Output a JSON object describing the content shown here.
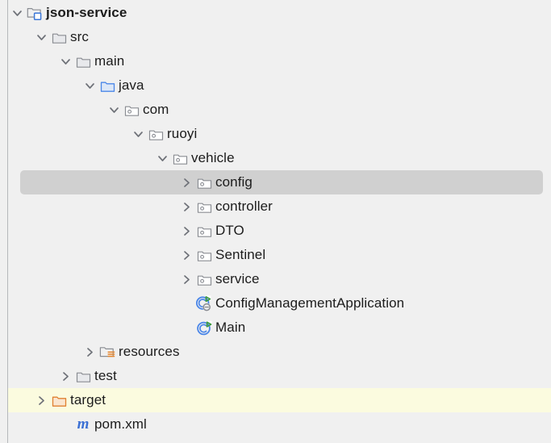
{
  "panel": {
    "name": "project-tree",
    "background_color": "#f0f0f0",
    "selection_color": "#d0d0d0",
    "highlight_color": "#fbfbdf",
    "text_color": "#1c1c1c",
    "divider_color": "#b6b8bb"
  },
  "icon_colors": {
    "folder_gray_outline": "#8a8d93",
    "folder_gray_fill": "#e8e9ec",
    "folder_blue_outline": "#4a86e8",
    "folder_blue_fill": "#dce7f7",
    "folder_orange_outline": "#e08030",
    "folder_orange_fill": "#fae5cf",
    "module_badge_blue": "#3c78d8",
    "resources_badge_orange": "#e8852a",
    "class_circle_blue": "#4a86e8",
    "run_arrow_green": "#3f9b3f",
    "spring_badge_gray": "#8a8d93",
    "maven_m_blue": "#3b70d4",
    "chevron_gray": "#6e7178"
  },
  "tree": {
    "rows": [
      {
        "label": "json-service",
        "icon": "module-folder-icon",
        "twisty": "chevron-down-icon",
        "depth": 1,
        "bold": true,
        "state": "normal"
      },
      {
        "label": "src",
        "icon": "folder-icon",
        "twisty": "chevron-down-icon",
        "depth": 2,
        "bold": false,
        "state": "normal"
      },
      {
        "label": "main",
        "icon": "folder-icon",
        "twisty": "chevron-down-icon",
        "depth": 3,
        "bold": false,
        "state": "normal"
      },
      {
        "label": "java",
        "icon": "source-root-folder-icon",
        "twisty": "chevron-down-icon",
        "depth": 4,
        "bold": false,
        "state": "normal"
      },
      {
        "label": "com",
        "icon": "package-icon",
        "twisty": "chevron-down-icon",
        "depth": 5,
        "bold": false,
        "state": "normal"
      },
      {
        "label": "ruoyi",
        "icon": "package-icon",
        "twisty": "chevron-down-icon",
        "depth": 6,
        "bold": false,
        "state": "normal"
      },
      {
        "label": "vehicle",
        "icon": "package-icon",
        "twisty": "chevron-down-icon",
        "depth": 7,
        "bold": false,
        "state": "normal"
      },
      {
        "label": "config",
        "icon": "package-icon",
        "twisty": "chevron-right-icon",
        "depth": 8,
        "bold": false,
        "state": "selected"
      },
      {
        "label": "controller",
        "icon": "package-icon",
        "twisty": "chevron-right-icon",
        "depth": 8,
        "bold": false,
        "state": "normal"
      },
      {
        "label": "DTO",
        "icon": "package-icon",
        "twisty": "chevron-right-icon",
        "depth": 8,
        "bold": false,
        "state": "normal"
      },
      {
        "label": "Sentinel",
        "icon": "package-icon",
        "twisty": "chevron-right-icon",
        "depth": 8,
        "bold": false,
        "state": "normal"
      },
      {
        "label": "service",
        "icon": "package-icon",
        "twisty": "chevron-right-icon",
        "depth": 8,
        "bold": false,
        "state": "normal"
      },
      {
        "label": "ConfigManagementApplication",
        "icon": "spring-runnable-class-icon",
        "twisty": "none",
        "depth": 8,
        "bold": false,
        "state": "normal"
      },
      {
        "label": "Main",
        "icon": "runnable-class-icon",
        "twisty": "none",
        "depth": 8,
        "bold": false,
        "state": "normal"
      },
      {
        "label": "resources",
        "icon": "resources-folder-icon",
        "twisty": "chevron-right-icon",
        "depth": 4,
        "bold": false,
        "state": "normal"
      },
      {
        "label": "test",
        "icon": "folder-icon",
        "twisty": "chevron-right-icon",
        "depth": 3,
        "bold": false,
        "state": "normal"
      },
      {
        "label": "target",
        "icon": "excluded-folder-icon",
        "twisty": "chevron-right-icon",
        "depth": 2,
        "bold": false,
        "state": "highlight"
      },
      {
        "label": "pom.xml",
        "icon": "maven-pom-icon",
        "twisty": "none",
        "depth": 3,
        "bold": false,
        "state": "normal"
      }
    ]
  }
}
